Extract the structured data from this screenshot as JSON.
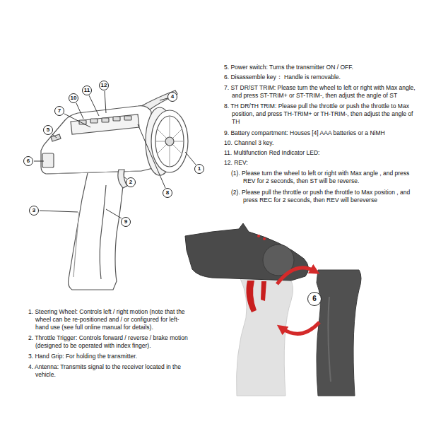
{
  "diagram": {
    "nodes": [
      {
        "text": [
          "12"
        ]
      },
      {
        "text": [
          "11"
        ]
      },
      {
        "text": [
          "4"
        ]
      },
      {
        "text": [
          "10"
        ]
      },
      {
        "text": [
          "7"
        ]
      },
      {
        "text": [
          "5"
        ]
      },
      {
        "text": [
          "6"
        ]
      },
      {
        "text": [
          "1"
        ]
      },
      {
        "text": [
          "2"
        ]
      },
      {
        "text": [
          "8"
        ]
      },
      {
        "text": [
          "3"
        ]
      },
      {
        "text": [
          "9"
        ]
      },
      {
        "text": [
          "6"
        ]
      }
    ],
    "labels": [
      "5. Power switch: Turns the transmitter ON / OFF.",
      "6. Disassemble key： Handle is removable.",
      "7. ST DR/ST TRIM: Please turn the wheel to left or right with Max angle, and press ST-TRIM+ or ST-TRIM-, then adjust the angle of ST",
      "8. TH DR/TH TRIM: Please pull the throttle or push the throttle to Max position, and press TH-TRIM+ or TH-TRIM-, then adjust the angle of TH",
      "9. Battery compartment: Houses [4] AAA batteries or a NiMH",
      "10. Channel 3 key.",
      "11. Multifunction Red Indicator LED:",
      "12. REV:",
      "(1). Please turn the wheel to left or right with Max angle , and press REV for 2 seconds, then ST will be reverse.",
      "(2). Please pull the throttle or push the throttle to Max position , and press REC for 2 seconds, then REV will bereverse",
      "1. Steering Wheel: Controls left / right motion (note that the wheel can be re-positioned and / or configured for left-hand use (see full online manual for details).",
      "2. Throttle Trigger: Controls forward / reverse / brake motion (designed to be operated with index finger).",
      "3. Hand Grip: For holding the transmitter.",
      "4. Antenna: Transmits signal to the receiver located in the vehicle."
    ]
  }
}
